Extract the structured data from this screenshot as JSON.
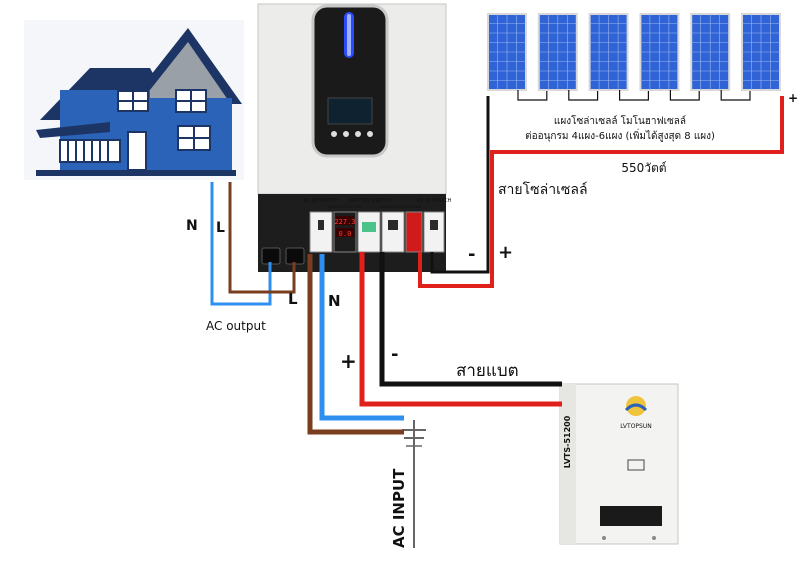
{
  "house": {
    "label_n": "N",
    "label_l": "L",
    "caption": "AC output"
  },
  "inverter": {
    "switch_labels": [
      "AC IN SWITCH",
      "SURGE PROTECTOR",
      "BATTERY SWITCH",
      "LIGHTNING PROTECTION",
      "PV IN SWITCH"
    ],
    "meter_top": "227.3",
    "meter_bottom": "0.0"
  },
  "solar": {
    "title": "แผงโซล่าเซลล์ โมโนฮาฟเซลล์",
    "subtitle": "ต่ออนุกรม 4แผง-6แผง (เพิ่มได้สูงสุด 8 แผง)",
    "power": "550วัตต์",
    "cable_label": "สายโซล่าเซลล์",
    "panel_count": 6,
    "plus": "+",
    "minus": "-"
  },
  "ac_input": {
    "label_l": "L",
    "label_n": "N",
    "label": "AC INPUT"
  },
  "battery": {
    "cable_label": "สายแบต",
    "plus": "+",
    "minus": "-",
    "model": "LVTS-51200",
    "brand": "LVTOPSUN"
  },
  "colors": {
    "neutral_wire": "#2f8ff0",
    "live_wire": "#7a3d1e",
    "positive_wire": "#e0211b",
    "negative_wire": "#111111",
    "house_blue": "#2a63b8",
    "roof_dark": "#1d3565"
  }
}
